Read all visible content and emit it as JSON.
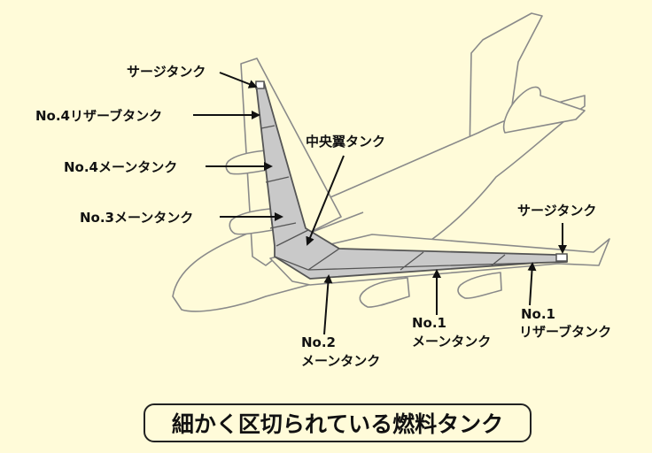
{
  "labels": {
    "surge_left": "サージタンク",
    "no4_reserve": "No.4リザーブタンク",
    "no4_main": "No.4メーンタンク",
    "no3_main": "No.3メーンタンク",
    "center_wing": "中央翼タンク",
    "surge_right": "サージタンク",
    "no2_line1": "No.2",
    "no2_line2": "メーンタンク",
    "no1_main_line1": "No.1",
    "no1_main_line2": "メーンタンク",
    "no1_reserve_line1": "No.1",
    "no1_reserve_line2": "リザーブタンク"
  },
  "caption": "細かく区切られている燃料タンク",
  "colors": {
    "background": "#fffbd9",
    "tank": "#c9c9c9",
    "outline": "#8a8a8a"
  }
}
